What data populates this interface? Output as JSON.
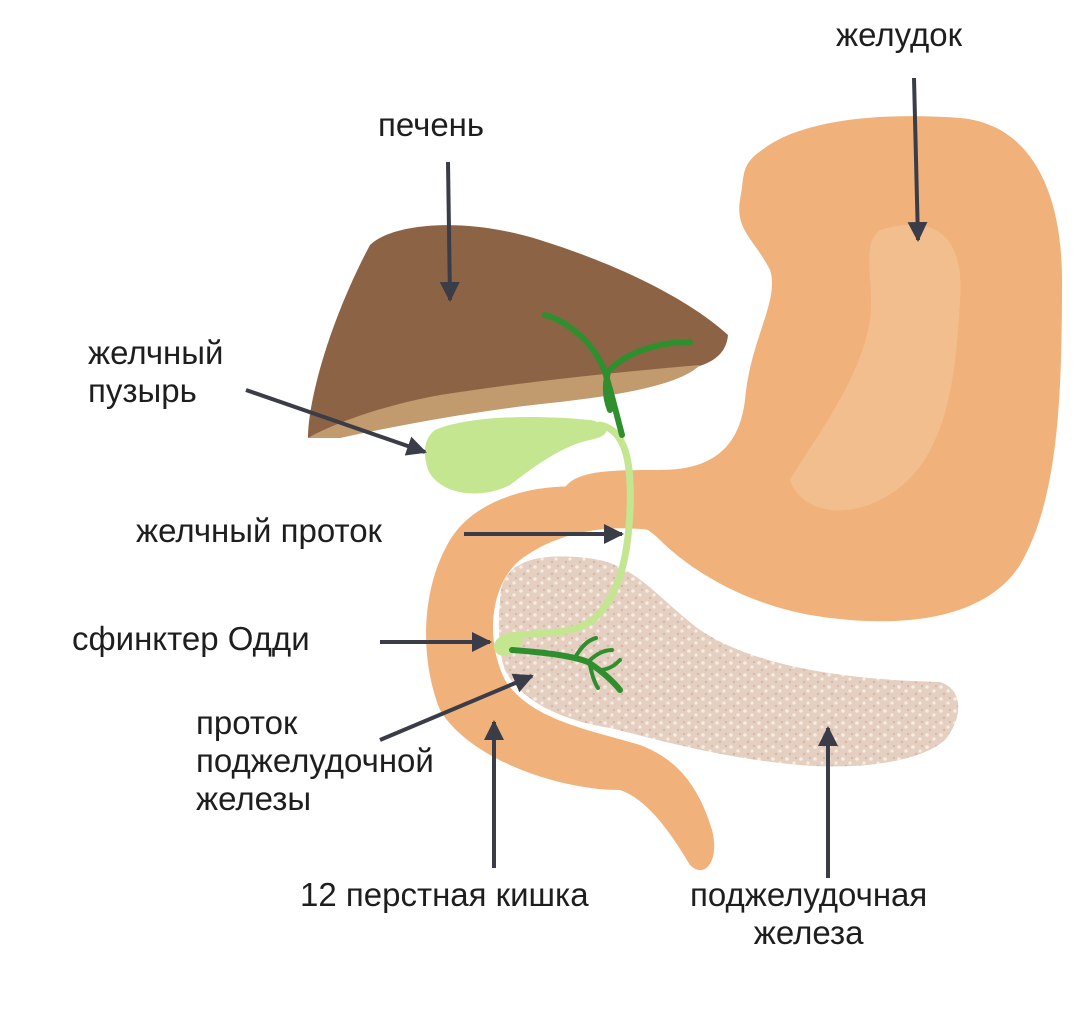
{
  "labels": {
    "stomach": "желудок",
    "liver": "печень",
    "gallbladder": [
      "желчный",
      "пузырь"
    ],
    "bile_duct": "желчный проток",
    "sphincter": "сфинктер Одди",
    "pancreatic_duct": [
      "проток",
      "поджелудочной",
      "железы"
    ],
    "duodenum": "12 перстная кишка",
    "pancreas": [
      "поджелудочная",
      "железа"
    ]
  },
  "colors": {
    "stomach": "#f0b27a",
    "stomach_highlight": "#f5c79b",
    "liver": "#8c6445",
    "liver_lower": "#c19a6e",
    "gallbladder": "#c4e690",
    "bile_duct": "#2f8f2f",
    "pancreas": "#e4cfc0",
    "arrow": "#3a3d48"
  }
}
